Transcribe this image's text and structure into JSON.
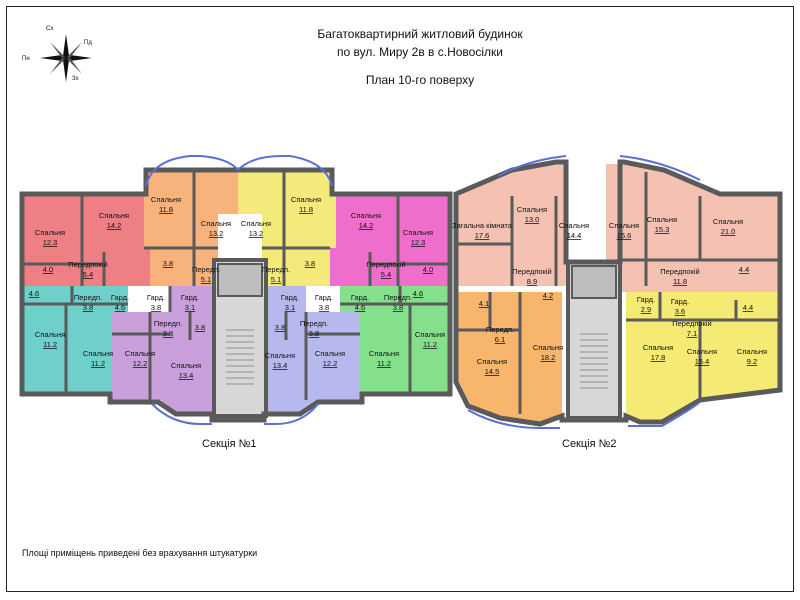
{
  "header": {
    "line1": "Багатоквартирний житловий будинок",
    "line2": "по вул. Миру 2в в с.Новосілки",
    "line3": "План 10-го поверху"
  },
  "compass": {
    "n": "Сх",
    "e": "Пд",
    "s": "Зх",
    "w": "Пн"
  },
  "sections": {
    "s1": "Секція №1",
    "s2": "Секція №2"
  },
  "footnote": "Площі приміщень приведені без врахування штукатурки",
  "colors": {
    "red": "#ee7f85",
    "pink": "#f06ecb",
    "orange": "#f8b27c",
    "yellow": "#f4ea7c",
    "teal": "#6fcfcb",
    "lilac": "#c9a0dc",
    "periwinkle": "#b7b9ee",
    "green": "#84e08a",
    "peach": "#f4c1b3",
    "orange2": "#f8b66c",
    "yellow2": "#f5ea74",
    "wall": "#5a5a5a",
    "stair": "#d7d7d7"
  },
  "rooms": [
    {
      "name": "Спальня",
      "area": "12.3"
    },
    {
      "name": "Спальня",
      "area": "14.2"
    },
    {
      "name": "Передпокій",
      "area": "5.4"
    },
    {
      "name": "",
      "area": "4.0"
    },
    {
      "name": "Спальня",
      "area": "11.8"
    },
    {
      "name": "Спальня",
      "area": "13.2"
    },
    {
      "name": "Передп.",
      "area": "5.1"
    },
    {
      "name": "",
      "area": "3.8"
    },
    {
      "name": "Спальня",
      "area": "13.2"
    },
    {
      "name": "Спальня",
      "area": "11.8"
    },
    {
      "name": "Передп.",
      "area": "5.1"
    },
    {
      "name": "",
      "area": "3.8"
    },
    {
      "name": "Спальня",
      "area": "14.2"
    },
    {
      "name": "Спальня",
      "area": "12.3"
    },
    {
      "name": "Передпокій",
      "area": "5.4"
    },
    {
      "name": "",
      "area": "4.0"
    },
    {
      "name": "",
      "area": "4.6"
    },
    {
      "name": "Передп.",
      "area": "3.8"
    },
    {
      "name": "Гард.",
      "area": "4.6"
    },
    {
      "name": "Спальня",
      "area": "11.2"
    },
    {
      "name": "Спальня",
      "area": "11.2"
    },
    {
      "name": "Гард.",
      "area": "3.8"
    },
    {
      "name": "Передп.",
      "area": "3.8"
    },
    {
      "name": "",
      "area": "3.8"
    },
    {
      "name": "Спальня",
      "area": "12.2"
    },
    {
      "name": "Спальня",
      "area": "13.4"
    },
    {
      "name": "Гард.",
      "area": "3.1"
    },
    {
      "name": "Гард.",
      "area": "3.1"
    },
    {
      "name": "Гард.",
      "area": "3.8"
    },
    {
      "name": "Передп.",
      "area": "3.8"
    },
    {
      "name": "",
      "area": "3.8"
    },
    {
      "name": "Спальня",
      "area": "13.4"
    },
    {
      "name": "Спальня",
      "area": "12.2"
    },
    {
      "name": "Гард.",
      "area": "4.6"
    },
    {
      "name": "Передп.",
      "area": "3.8"
    },
    {
      "name": "",
      "area": "4.6"
    },
    {
      "name": "Спальня",
      "area": "11.2"
    },
    {
      "name": "Спальня",
      "area": "11.2"
    },
    {
      "name": "Загальна кімната",
      "area": "17.6"
    },
    {
      "name": "Спальня",
      "area": "13.0"
    },
    {
      "name": "Спальня",
      "area": "14.4"
    },
    {
      "name": "Передпокій",
      "area": "8.9"
    },
    {
      "name": "",
      "area": "4.2"
    },
    {
      "name": "Спальня",
      "area": "15.6"
    },
    {
      "name": "Спальня",
      "area": "15.3"
    },
    {
      "name": "Спальня",
      "area": "21.0"
    },
    {
      "name": "Передпокій",
      "area": "11.8"
    },
    {
      "name": "",
      "area": "4.4"
    },
    {
      "name": "",
      "area": "4.1"
    },
    {
      "name": "Передп.",
      "area": "6.1"
    },
    {
      "name": "Спальня",
      "area": "14.5"
    },
    {
      "name": "Спальня",
      "area": "18.2"
    },
    {
      "name": "Гард.",
      "area": "2.9"
    },
    {
      "name": "Гард.",
      "area": "3.6"
    },
    {
      "name": "Передпокій",
      "area": "7.1"
    },
    {
      "name": "",
      "area": "4.4"
    },
    {
      "name": "Спальня",
      "area": "17.8"
    },
    {
      "name": "Спальня",
      "area": "15.4"
    },
    {
      "name": "Спальня",
      "area": "9.2"
    }
  ]
}
